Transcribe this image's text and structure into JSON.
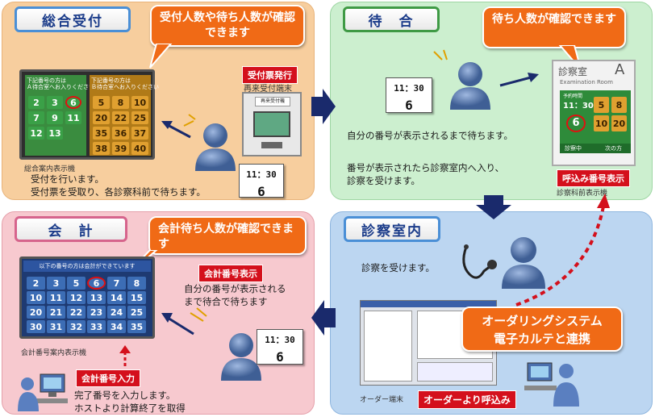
{
  "reception": {
    "tab": "総合受付",
    "callout": "受付人数や待ち人数が確認できます",
    "board_left_header": "下記番号の方は",
    "board_left_sub": "Ａ待合室へお入りください",
    "board_right_header": "下記番号の方は",
    "board_right_sub": "Ｂ待合室へお入りください",
    "green_numbers": [
      "2",
      "3",
      "6",
      "7",
      "9",
      "11",
      "12",
      "13"
    ],
    "orange_numbers": [
      "5",
      "8",
      "10",
      "20",
      "22",
      "25",
      "35",
      "36",
      "37",
      "38",
      "39",
      "40"
    ],
    "ticket_issue_label": "受付票発行",
    "terminal_label": "再来受付端末",
    "kiosk_sign": "再来受付機",
    "monitor_caption": "総合案内表示機",
    "desc_line1": "受付を行います。",
    "desc_line2": "受付票を受取り、各診察科前で待ちます。",
    "ticket_time": "11：30",
    "ticket_number": "6"
  },
  "waiting": {
    "tab": "待　合",
    "callout": "待ち人数が確認できます",
    "ticket_time": "11：30",
    "ticket_number": "6",
    "desc1": "自分の番号が表示されるまで待ちます。",
    "desc2_line1": "番号が表示されたら診察室内へ入り、",
    "desc2_line2": "診察を受けます。",
    "room_title": "診察室",
    "room_letter": "A",
    "room_sub": "Examination Room",
    "room_label_reserved": "予約時間",
    "room_time": "11：30",
    "room_now": "6",
    "room_orange": [
      "5",
      "8",
      "10",
      "20"
    ],
    "room_status_now": "診察中",
    "room_status_next": "次の方",
    "call_label": "呼込み番号表示",
    "display_caption": "診察科前表示機"
  },
  "payment": {
    "tab": "会　計",
    "callout": "会計待ち人数が確認できます",
    "board_header": "以下の番号の方は会計ができています",
    "board_numbers": [
      "2",
      "3",
      "5",
      "6",
      "7",
      "8",
      "10",
      "11",
      "12",
      "13",
      "14",
      "15",
      "20",
      "21",
      "22",
      "23",
      "24",
      "25",
      "30",
      "31",
      "32",
      "33",
      "34",
      "35"
    ],
    "display_label": "会計番号表示",
    "desc_line1": "自分の番号が表示される",
    "desc_line2": "まで待合で待ちます",
    "monitor_caption": "会計番号案内表示機",
    "input_label": "会計番号入力",
    "input_desc1": "完了番号を入力します。",
    "input_desc2": "ホストより計算終了を取得",
    "ticket_time": "11：30",
    "ticket_number": "6"
  },
  "exam": {
    "tab": "診察室内",
    "desc": "診察を受けます。",
    "callout_line1": "オーダリングシステム",
    "callout_line2": "電子カルテと連携",
    "order_label": "オーダーより呼込み",
    "terminal_caption": "オーダー端末"
  },
  "colors": {
    "reception_bg": "#f7ce9e",
    "waiting_bg": "#ccefcf",
    "payment_bg": "#f7c9cf",
    "exam_bg": "#bcd6f1",
    "callout": "#f06a16",
    "red_label": "#d4101c",
    "flow_arrow": "#1a2a6c"
  }
}
